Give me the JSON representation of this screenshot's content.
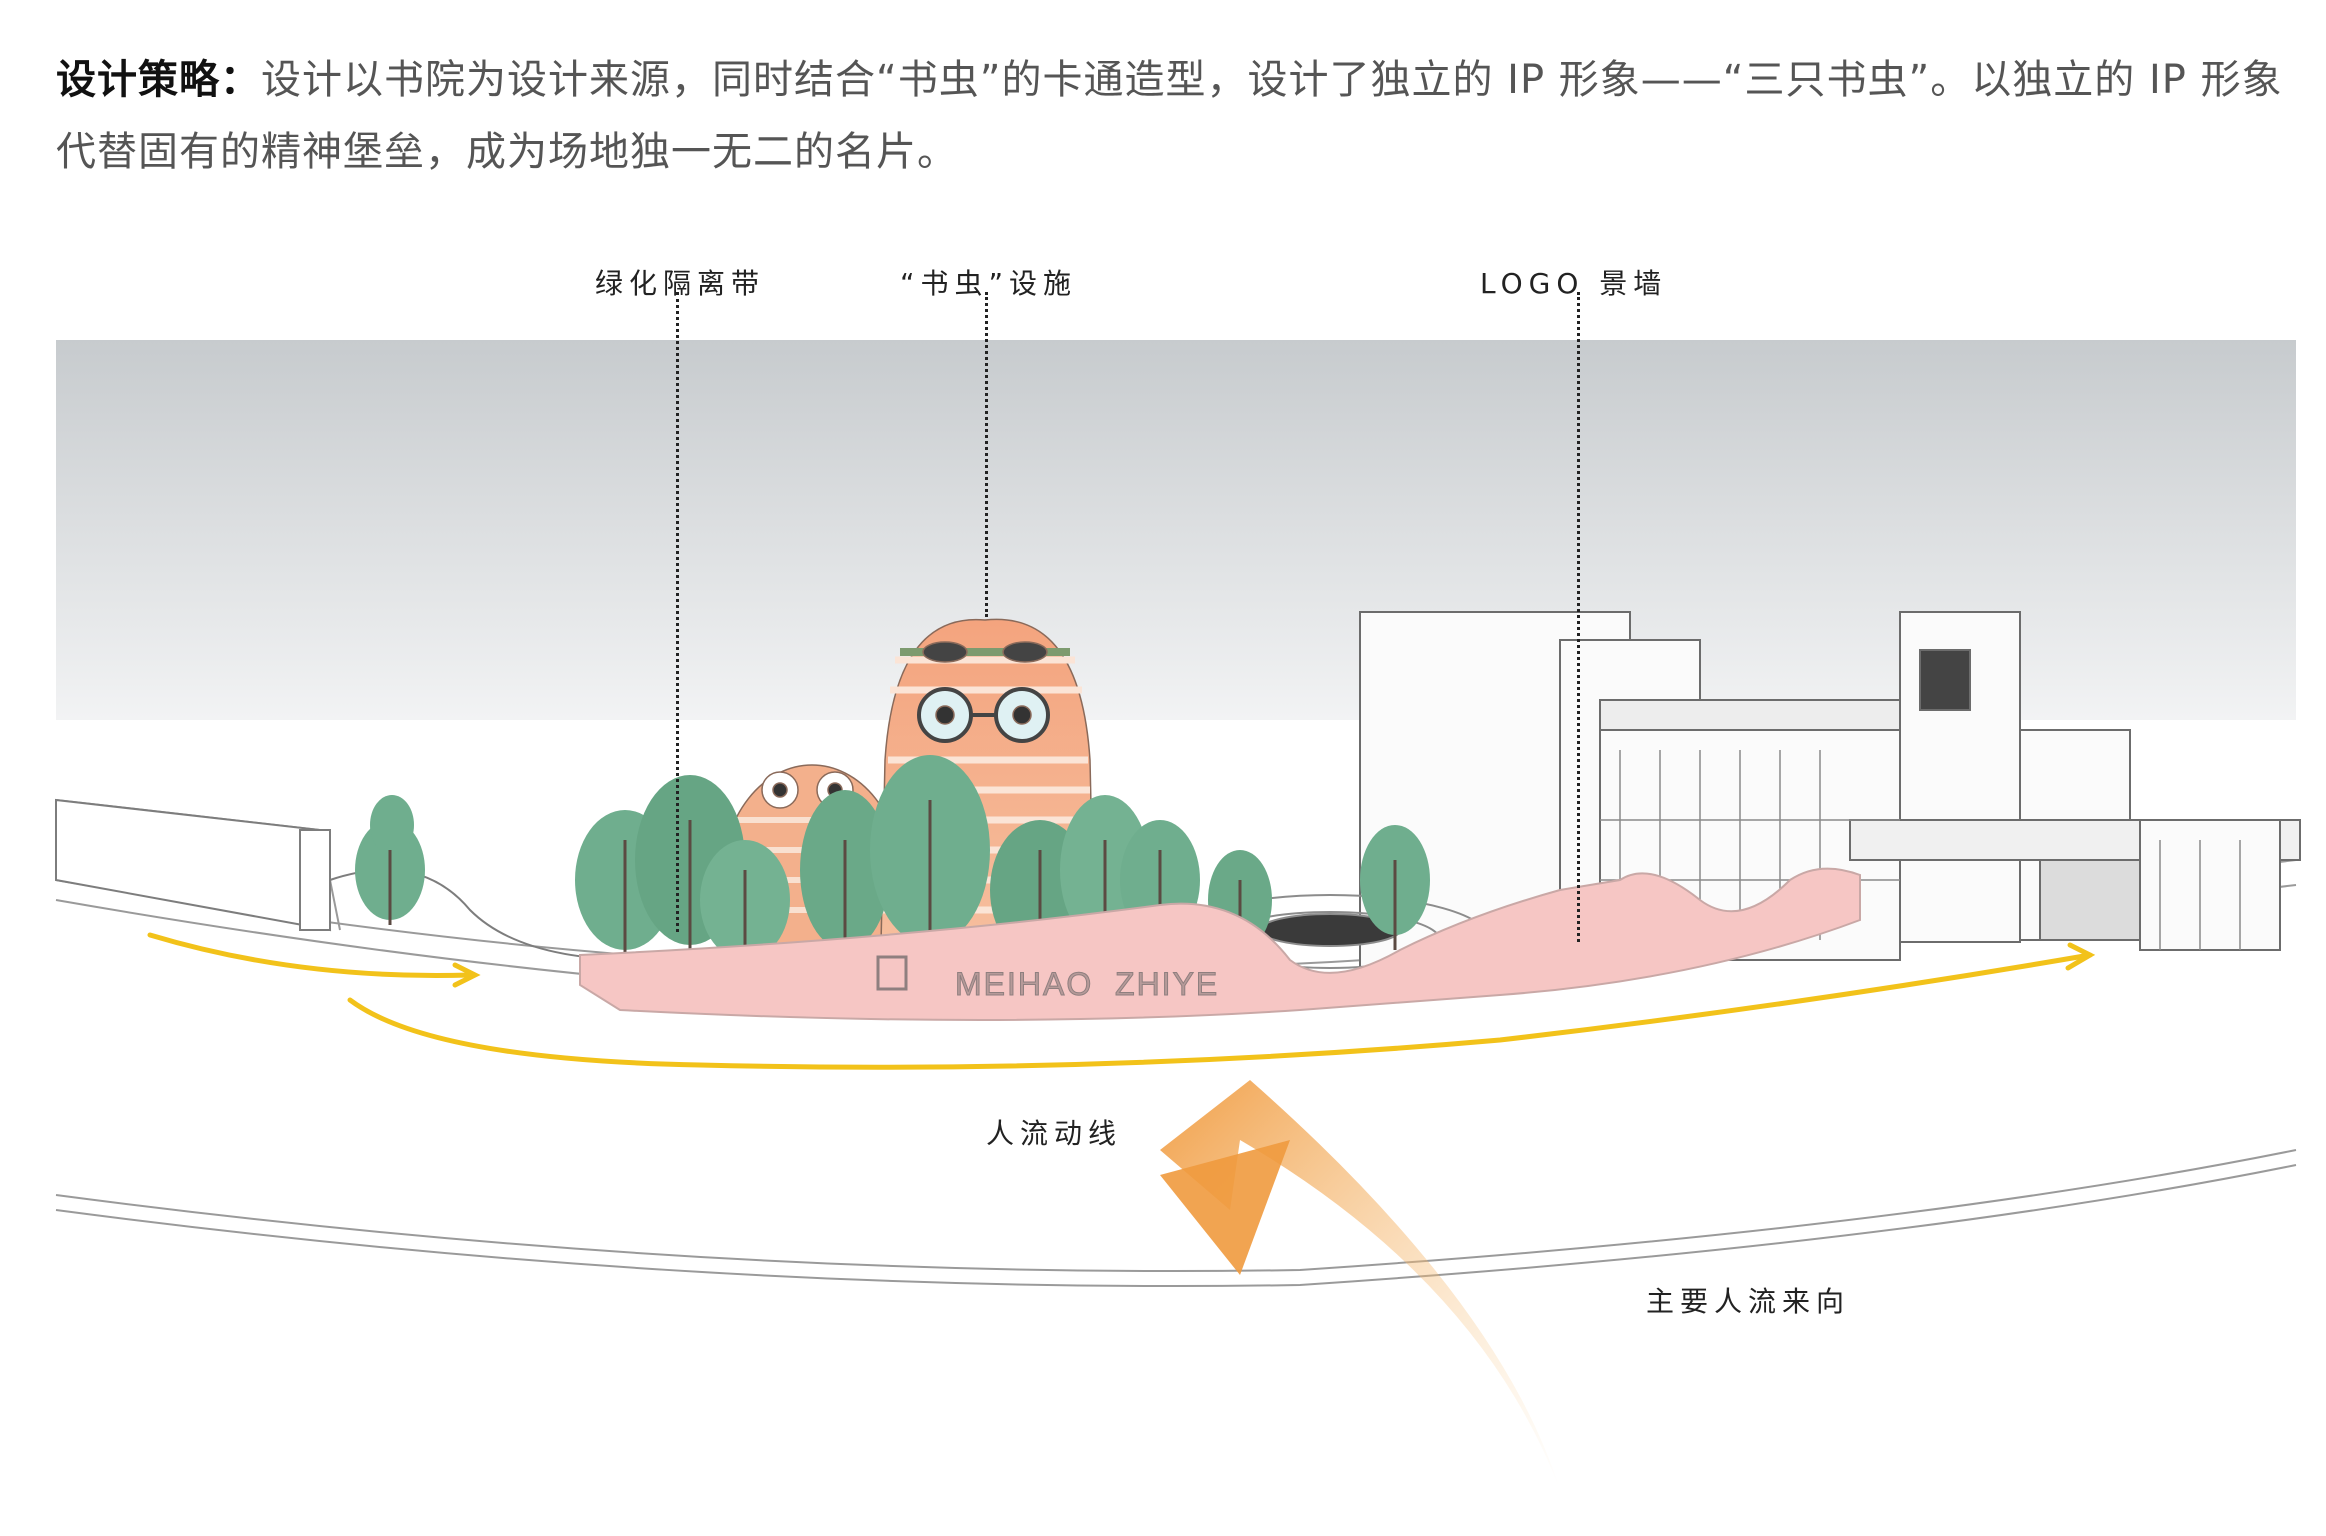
{
  "strategy": {
    "lead": "设计策略：",
    "text": "设计以书院为设计来源，同时结合“书虫”的卡通造型，设计了独立的 IP 形象——“三只书虫”。以独立的 IP 形象代替固有的精神堡垒，成为场地独一无二的名片。"
  },
  "callouts": {
    "green_belt": "绿化隔离带",
    "bookworm": "“书虫”设施",
    "logo_wall": "LOGO 景墙",
    "flow_line": "人流动线",
    "main_flow": "主要人流来向"
  },
  "wall_text": "MEIHAO  ZHIYE",
  "colors": {
    "sky_top": "#c9cdd0",
    "wall_pink": "#f6c6c4",
    "tree_green": "#6fae8e",
    "flow_yellow": "#f2c21a",
    "arrow_orange": "#f0a04a",
    "bookworm_peach": "#f5b79a"
  }
}
